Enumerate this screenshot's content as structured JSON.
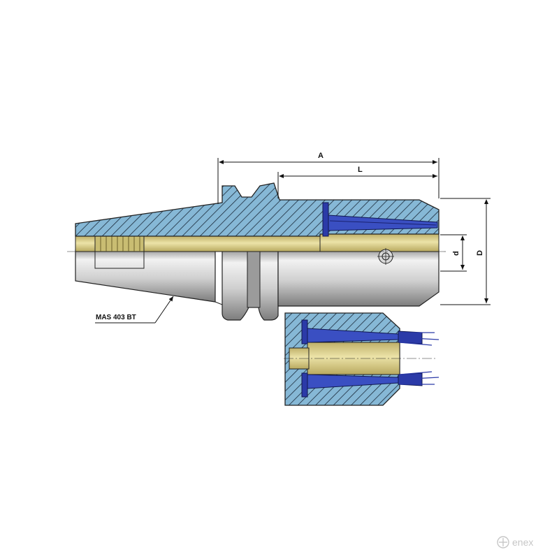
{
  "drawing": {
    "labels": {
      "dim_a": "A",
      "dim_l": "L",
      "dim_d_small": "d",
      "dim_d_large": "D",
      "taper_standard": "MAS 403 BT"
    },
    "colors": {
      "hatch": "#86b8d6",
      "hatch_line": "#1b2a3a",
      "steel_light": "#eeeeee",
      "steel_dark": "#8f8f8f",
      "brass": "#d8cd8a",
      "blue_part": "#2b3aa8",
      "outline": "#222222"
    }
  },
  "watermark": {
    "text": "enex",
    "icon": "enex-logo-icon"
  }
}
